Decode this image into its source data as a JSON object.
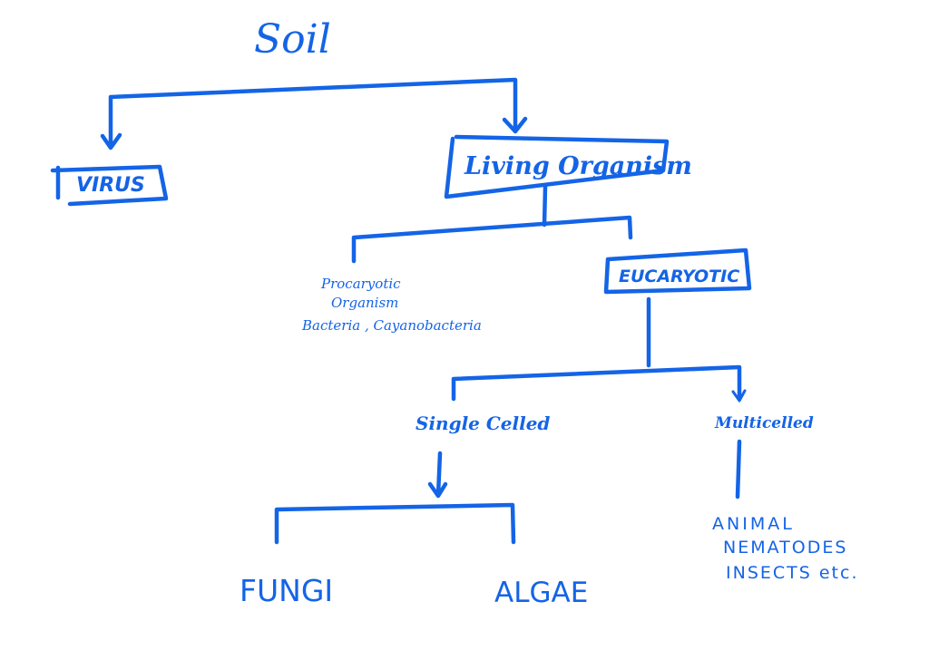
{
  "diagram": {
    "root": "Soil",
    "virus": "VIRUS",
    "living_organism": "Living Organism",
    "procaryotic": {
      "line1": "Procaryotic",
      "line2": "Organism",
      "line3": "Bacteria , Cayanobacteria"
    },
    "eucaryotic": "EUCARYOTIC",
    "single_celled": "Single Celled",
    "multicelled": "Multicelled",
    "fungi": "FUNGI",
    "algae": "ALGAE",
    "multicelled_examples": {
      "line1": "ANIMAL",
      "line2": "NEMATODES",
      "line3": "INSECTS etc."
    }
  },
  "colors": {
    "ink": "#1464e6",
    "background": "#ffffff"
  }
}
